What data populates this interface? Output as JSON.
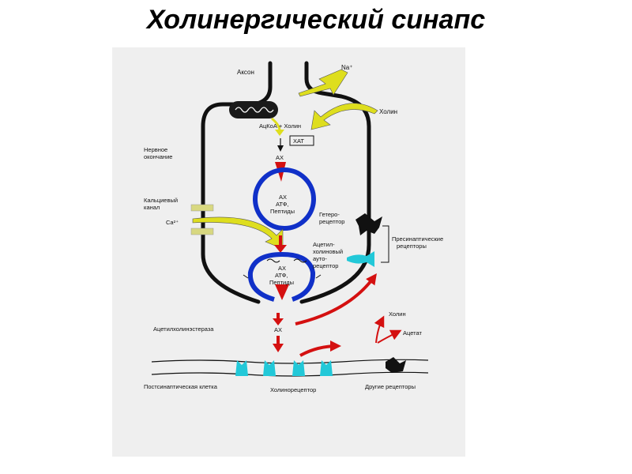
{
  "title": "Холинергический синапс",
  "labels": {
    "axon": "Аксон",
    "na": "Na⁺",
    "choline_in": "Холин",
    "acetyl_coa": "АцКоА + Холин",
    "chat": "ХАТ",
    "nerve_ending_1": "Нервное",
    "nerve_ending_2": "окончание",
    "ach_top": "АХ",
    "vesicle1_l1": "АХ",
    "vesicle1_l2": "АТФ,",
    "vesicle1_l3": "Пептиды",
    "calcium_1": "Кальциевый",
    "calcium_2": "канал",
    "ca": "Ca²⁺",
    "hetero_1": "Гетеро-",
    "hetero_2": "рецептор",
    "presyn_1": "Пресинаптические",
    "presyn_2": "рецепторы",
    "auto_1": "Ацетил-",
    "auto_2": "холиновый",
    "auto_3": "ауто-",
    "auto_4": "рецептор",
    "vesicle2_l1": "АХ",
    "vesicle2_l2": "АТФ,",
    "vesicle2_l3": "Пептиды",
    "ache": "Ацетилхолинэстераза",
    "ach_cleft": "АХ",
    "choline_out": "Холин",
    "acetate": "Ацетат",
    "postsyn": "Постсинаптическая клетка",
    "cholinoreceptor": "Холинорецептор",
    "other_receptors": "Другие рецепторы"
  },
  "colors": {
    "arrow_red": "#d41010",
    "arrow_yellow": "#dede1e",
    "vesicle_blue": "#1030c8",
    "receptor_cyan": "#22c8d8",
    "membrane": "#111111"
  }
}
